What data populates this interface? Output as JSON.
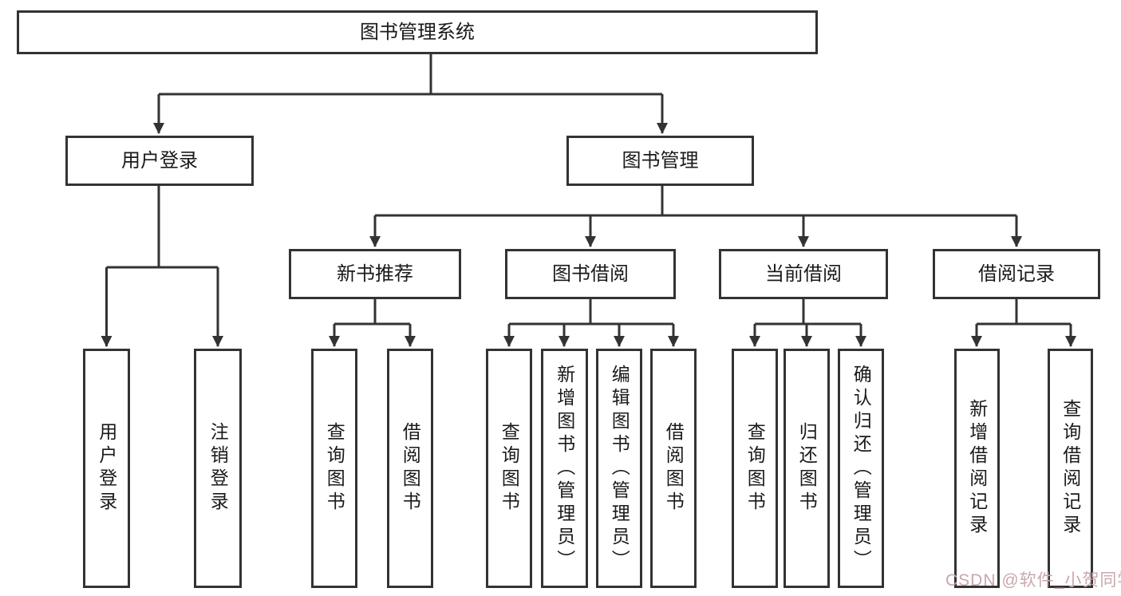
{
  "tree": {
    "root": "图书管理系统",
    "branches": [
      {
        "label": "用户登录",
        "children": [
          "用户登录",
          "注销登录"
        ]
      },
      {
        "label": "图书管理",
        "groups": [
          {
            "label": "新书推荐",
            "children": [
              "查询图书",
              "借阅图书"
            ]
          },
          {
            "label": "图书借阅",
            "children": [
              "查询图书",
              "新增图书（管理员）",
              "编辑图书（管理员）",
              "借阅图书"
            ]
          },
          {
            "label": "当前借阅",
            "children": [
              "查询图书",
              "归还图书",
              "确认归还（管理员）"
            ]
          },
          {
            "label": "借阅记录",
            "children": [
              "新增借阅记录",
              "查询借阅记录"
            ]
          }
        ]
      }
    ]
  },
  "watermark": {
    "text": "CSDN @软件_小贺同学",
    "color": "#c9a7ac"
  },
  "colors": {
    "line": "#333333",
    "border": "#333333",
    "box_fill": "#ffffff",
    "text": "#1a1a1a"
  }
}
